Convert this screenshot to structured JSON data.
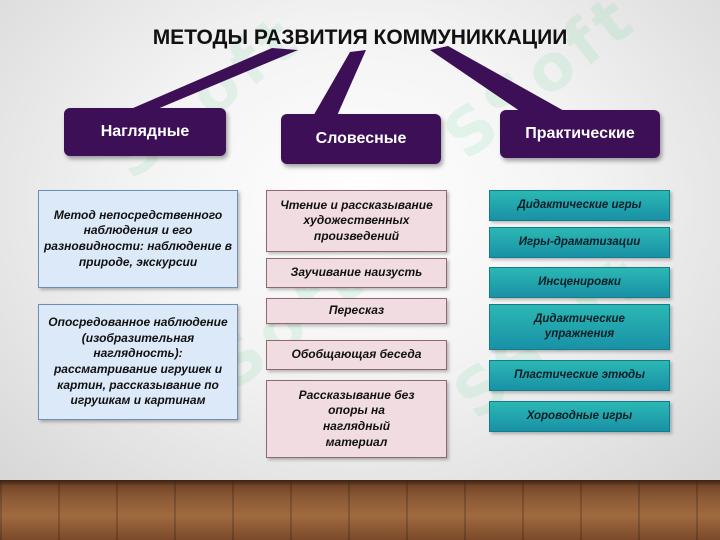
{
  "title": "МЕТОДЫ РАЗВИТИЯ КОММУНИККАЦИИ",
  "watermark": "SSoft",
  "colors": {
    "header": "#3d0f57",
    "visual_box": "#dce9f8",
    "verbal_box": "#f1dde1",
    "practical_box": "#22a4ad"
  },
  "categories": [
    {
      "label": "Наглядные",
      "items": [
        "Метод непосредственного наблюдения и его разновидности: наблюдение в природе, экскурсии",
        "Опосредованное наблюдение (изобразительная наглядность): рассматривание игрушек и картин, рассказывание по игрушкам и картинам"
      ]
    },
    {
      "label": "Словесные",
      "items": [
        "Чтение и рассказывание художественных произведений",
        "Заучивание наизусть",
        "Пересказ",
        "Обобщающая беседа",
        "Рассказывание без опоры на наглядный материал"
      ]
    },
    {
      "label": "Практические",
      "items": [
        "Дидактические игры",
        "Игры-драматизации",
        "Инсценировки",
        "Дидактические упражнения",
        "Пластические этюды",
        "Хороводные игры"
      ]
    }
  ]
}
